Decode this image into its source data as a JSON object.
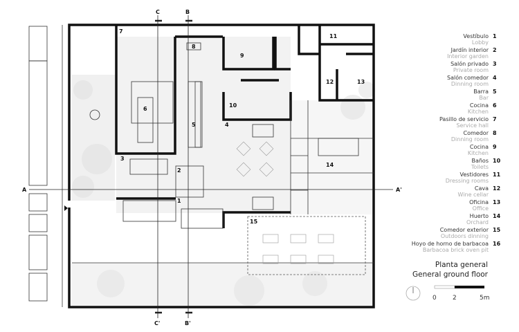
{
  "sections": {
    "a_left": "A",
    "a_right": "A'",
    "b_top": "B",
    "b_bottom": "B'",
    "c_top": "C",
    "c_bottom": "C'"
  },
  "rooms": [
    {
      "num": "1",
      "es": "Vestíbulo",
      "en": "Lobby"
    },
    {
      "num": "2",
      "es": "Jardín interior",
      "en": "Interior garden"
    },
    {
      "num": "3",
      "es": "Salón privado",
      "en": "Private room"
    },
    {
      "num": "4",
      "es": "Salón comedor",
      "en": "Dinning room"
    },
    {
      "num": "5",
      "es": "Barra",
      "en": "Bar"
    },
    {
      "num": "6",
      "es": "Cocina",
      "en": "Kitchen"
    },
    {
      "num": "7",
      "es": "Pasillo de servicio",
      "en": "Service hall"
    },
    {
      "num": "8",
      "es": "Comedor",
      "en": "Dinning room"
    },
    {
      "num": "9",
      "es": "Cocina",
      "en": "Kitchen"
    },
    {
      "num": "10",
      "es": "Baños",
      "en": "Toilets"
    },
    {
      "num": "11",
      "es": "Vestidores",
      "en": "Dressing rooms"
    },
    {
      "num": "12",
      "es": "Cava",
      "en": "Wine cellar"
    },
    {
      "num": "13",
      "es": "Oficina",
      "en": "Office"
    },
    {
      "num": "14",
      "es": "Huerto",
      "en": "Orchard"
    },
    {
      "num": "15",
      "es": "Comedor exterior",
      "en": "Outdoors dinning"
    },
    {
      "num": "16",
      "es": "Hoyo de horno de barbacoa",
      "en": "Barbacoa brick oven pit"
    }
  ],
  "title": {
    "es": "Planta general",
    "en": "General ground floor"
  },
  "scale": {
    "ticks": [
      "0",
      "2",
      "5m"
    ]
  },
  "icons": {
    "north": "north-arrow-icon",
    "entry": "entry-arrow-icon"
  }
}
